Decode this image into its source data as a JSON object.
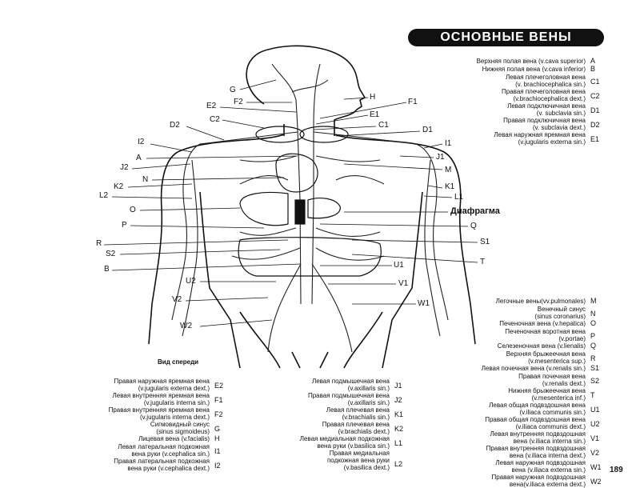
{
  "title": "ОСНОВНЫЕ ВЕНЫ",
  "caption": "Вид спереди",
  "diaphragm_label": "Диафрагма",
  "page_number": "189",
  "labels_left": [
    "G",
    "E2",
    "F2",
    "D2",
    "C2",
    "I2",
    "A",
    "J2",
    "N",
    "K2",
    "L2",
    "O",
    "P",
    "R",
    "S2",
    "B",
    "U2",
    "V2",
    "W2"
  ],
  "labels_right": [
    "H",
    "F1",
    "E1",
    "C1",
    "D1",
    "I1",
    "J1",
    "M",
    "K1",
    "L1",
    "Q",
    "S1",
    "T",
    "U1",
    "V1",
    "W1"
  ],
  "legend_top_right": [
    {
      "text": "Верхняя полая вена (v.cava superior)",
      "code": "A"
    },
    {
      "text": "Нижняя полая вена (v.cava inferior)",
      "code": "B"
    },
    {
      "text": "Левая плечеголовная вена\n(v. brachiocephalica sin.)",
      "code": "C1"
    },
    {
      "text": "Правая плечеголовная вена\n(v.brachiocephalica dext.)",
      "code": "C2"
    },
    {
      "text": "Левая подключичная вена\n(v. subclavia sin.)",
      "code": "D1"
    },
    {
      "text": "Правая подключичная вена\n(v. subclavia dext.)",
      "code": "D2"
    },
    {
      "text": "Левая наружная яремная вена\n(v.jugularis externa sin.)",
      "code": "E1"
    }
  ],
  "legend_mid_right": [
    {
      "text": "Легочные вены(vv.pulmonales)",
      "code": "M"
    },
    {
      "text": "Венечный синус\n(sinus coronarius)",
      "code": "N"
    },
    {
      "text": "Печеночная вена (v.hepatica)",
      "code": "O"
    },
    {
      "text": "Печеночная воротная вена\n(v.portae)",
      "code": "P"
    },
    {
      "text": "Селезеночная вена (v.lienalis)",
      "code": "Q"
    },
    {
      "text": "Верхняя брыжеечная вена\n(v.mesenterica sup.)",
      "code": "R"
    },
    {
      "text": "Левая почечная вена (v.renalis sin.)",
      "code": "S1"
    },
    {
      "text": "Правая почечная вена\n(v.renalis dext.)",
      "code": "S2"
    },
    {
      "text": "Нижняя брыжеечная вена\n(v.mesenterica inf.)",
      "code": "T"
    },
    {
      "text": "Левая общая подвздошная вена\n(v.iliaca communis sin.)",
      "code": "U1"
    },
    {
      "text": "Правая общая подвздошная вена\n(v.iliaca communis dext.)",
      "code": "U2"
    },
    {
      "text": "Левая внутренняя подвздошная\nвена (v.iliaca interna sin.)",
      "code": "V1"
    },
    {
      "text": "Правая внутренняя подвздошная\nвена (v.iliaca interna dext.)",
      "code": "V2"
    },
    {
      "text": "Левая наружная подвздошная\nвена (v.iliaca externa sin.)",
      "code": "W1"
    },
    {
      "text": "Правая наружная подвздошная\nвена(v.iliaca externa dext.)",
      "code": "W2"
    }
  ],
  "legend_bottom_left": [
    {
      "text": "Правая наружная яремная вена\n(v.jugularis externa dext.)",
      "code": "E2"
    },
    {
      "text": "Левая внутренняя яремная вена\n(v.jugularis interna sin.)",
      "code": "F1"
    },
    {
      "text": "Правая внутренняя яремная вена\n(v.jugularis interna dext.)",
      "code": "F2"
    },
    {
      "text": "Сигмовидный синус\n(sinus sigmoideus)",
      "code": "G"
    },
    {
      "text": "Лицевая вена (v.facialis)",
      "code": "H"
    },
    {
      "text": "Левая латеральная подкожная\nвена руки (v.cephalica sin.)",
      "code": "I1"
    },
    {
      "text": "Правая латеральная подкожная\nвена руки (v.cephalica dext.)",
      "code": "I2"
    }
  ],
  "legend_bottom_mid": [
    {
      "text": "Левая подмышечная вена\n(v.axillaris sin.)",
      "code": "J1"
    },
    {
      "text": "Правая подмышечная вена\n(v.axillaris sin.)",
      "code": "J2"
    },
    {
      "text": "Левая плечевая вена\n(v.brachialis sin.)",
      "code": "K1"
    },
    {
      "text": "Правая плечевая вена\n(v.brachialis dext.)",
      "code": "K2"
    },
    {
      "text": "Левая медиальная подкожная\nвена руки (v.basilica sin.)",
      "code": "L1"
    },
    {
      "text": "Правая медиальная\nподкожная вена руки\n(v.basilica dext.)",
      "code": "L2"
    }
  ]
}
